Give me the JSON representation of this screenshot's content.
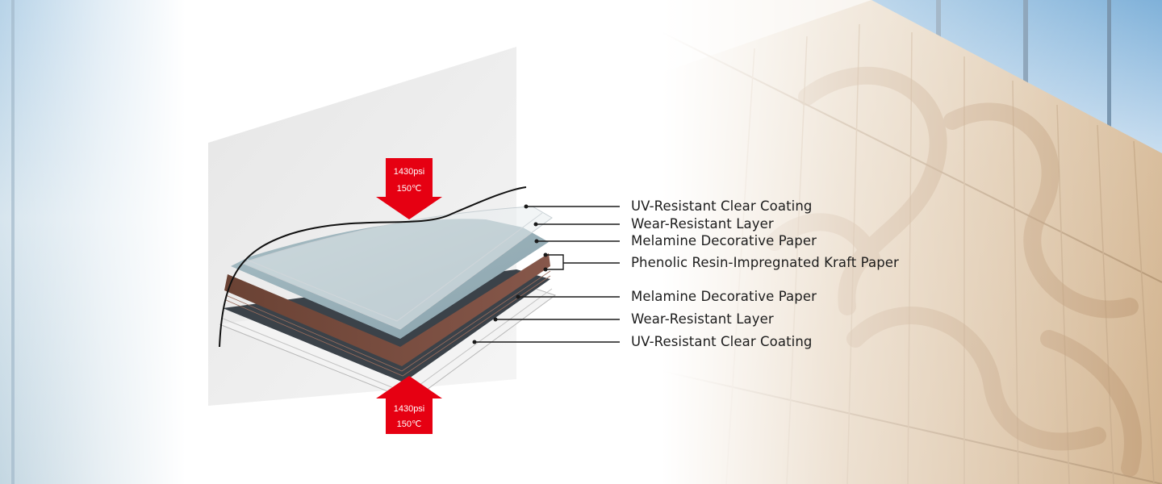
{
  "colors": {
    "arrow": "#e60012",
    "text": "#1c1c1c",
    "clear_layer": "#dfe4e8",
    "decor_paper": "#93aab2",
    "kraft_paper": "#744b3c",
    "bottom_decor": "#3b4249"
  },
  "arrows": {
    "top": {
      "pressure": "1430psi",
      "temperature": "150℃"
    },
    "bottom": {
      "pressure": "1430psi",
      "temperature": "150℃"
    }
  },
  "layers": [
    {
      "name": "UV-Resistant Clear Coating"
    },
    {
      "name": "Wear-Resistant Layer"
    },
    {
      "name": "Melamine Decorative Paper"
    },
    {
      "name": "Phenolic Resin-Impregnated Kraft Paper"
    },
    {
      "name": "Melamine Decorative Paper"
    },
    {
      "name": "Wear-Resistant Layer"
    },
    {
      "name": "UV-Resistant Clear Coating"
    }
  ]
}
